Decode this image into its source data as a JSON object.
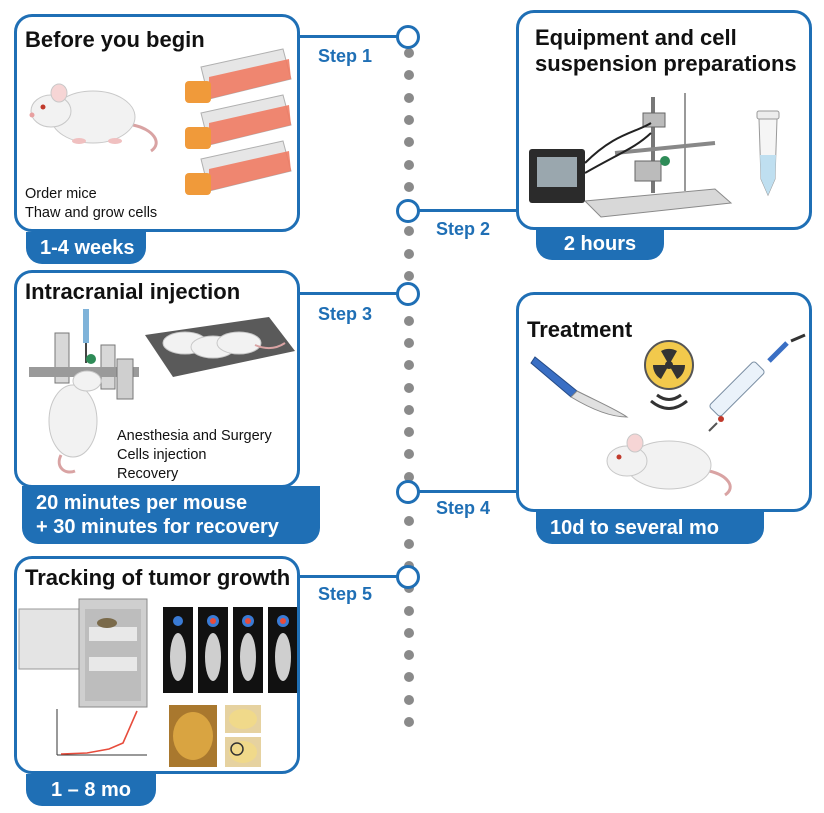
{
  "timeline": {
    "steps": [
      {
        "label": "Step 1"
      },
      {
        "label": "Step 2"
      },
      {
        "label": "Step 3"
      },
      {
        "label": "Step 4"
      },
      {
        "label": "Step 5"
      }
    ]
  },
  "cards": {
    "before": {
      "title": "Before you begin",
      "notes": [
        "Order mice",
        "Thaw and grow cells"
      ],
      "duration": "1-4 weeks"
    },
    "equipment": {
      "title_line1": "Equipment and cell",
      "title_line2": "suspension preparations",
      "duration": "2 hours"
    },
    "injection": {
      "title": "Intracranial injection",
      "notes": [
        "Anesthesia and Surgery",
        "Cells injection",
        "Recovery"
      ],
      "duration_line1": "20 minutes per mouse",
      "duration_line2": "+ 30 minutes for recovery"
    },
    "treatment": {
      "title": "Treatment",
      "duration": "10d to several mo"
    },
    "tracking": {
      "title": "Tracking of tumor growth",
      "duration": "1 – 8 mo"
    }
  },
  "colors": {
    "accent": "#1f6fb5",
    "dot": "#8a8a8a",
    "flask_medium": "#f07b63",
    "cap": "#f09a3a"
  },
  "icons": [
    "mouse-icon",
    "cell-flask-icon",
    "stereotaxic-frame-icon",
    "tube-icon",
    "scalpel-icon",
    "radiation-icon",
    "syringe-icon",
    "imaging-cabinet-icon",
    "bioluminescence-icon",
    "growth-curve-icon",
    "brain-section-icon"
  ]
}
